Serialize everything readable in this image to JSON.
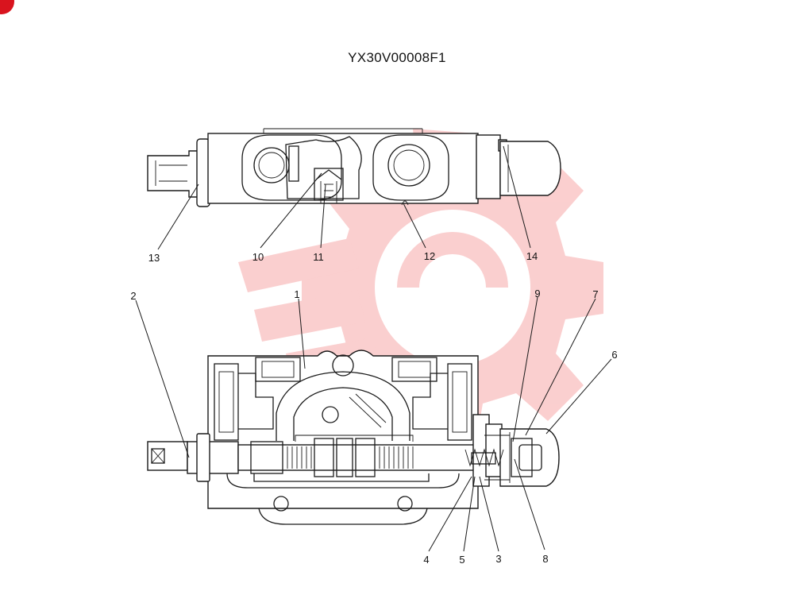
{
  "drawing": {
    "code": "YX30V00008F1"
  },
  "callouts": {
    "c1": "1",
    "c2": "2",
    "c3": "3",
    "c4": "4",
    "c5": "5",
    "c6": "6",
    "c7": "7",
    "c8": "8",
    "c9": "9",
    "c10": "10",
    "c11": "11",
    "c12": "12",
    "c13": "13",
    "c14": "14"
  },
  "colors": {
    "watermark": "#f26b6b",
    "corner_badge": "#d9141e",
    "line": "#1a1a1a"
  }
}
